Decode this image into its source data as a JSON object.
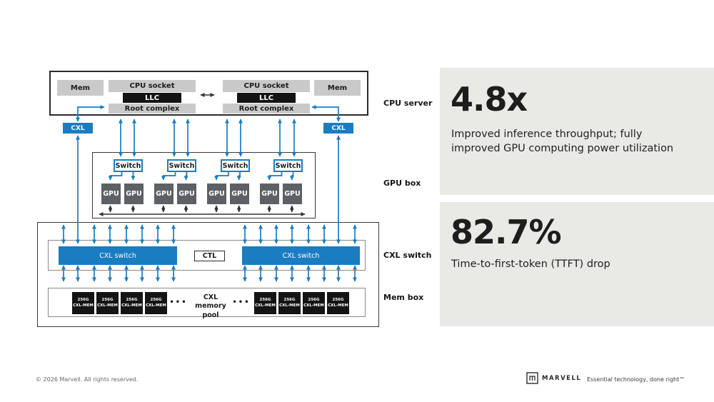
{
  "diagram": {
    "cpu_server": {
      "section_label": "CPU server",
      "mem": "Mem",
      "cpu_socket": "CPU socket",
      "llc": "LLC",
      "root_complex": "Root complex"
    },
    "cxl_label": "CXL",
    "gpu_box": {
      "section_label": "GPU box",
      "switch_label": "Switch",
      "gpu_label": "GPU"
    },
    "cxl_switch": {
      "section_label": "CXL switch",
      "switch_label": "CXL switch",
      "ctl_label": "CTL"
    },
    "mem_box": {
      "section_label": "Mem box",
      "chip_line1": "256G",
      "chip_line2": "CXL-MEM",
      "dots": "•••",
      "pool_line1": "CXL",
      "pool_line2": "memory pool"
    }
  },
  "stats": [
    {
      "value": "4.8x",
      "desc_line1": "Improved inference throughput; fully",
      "desc_line2": "improved GPU computing power utilization"
    },
    {
      "value": "82.7%",
      "desc_line1": "Time-to-first-token (TTFT) drop",
      "desc_line2": ""
    }
  ],
  "footer": {
    "copyright": "© 2026 Marvell. All rights reserved.",
    "brand": "MARVELL",
    "tagline": "Essential technology, done right™"
  },
  "colors": {
    "blue": "#1a7cc1",
    "panel_gray": "#e9e9e6",
    "gpu_dark": "#5d6165",
    "block_gray": "#c9c9c9",
    "chip_black": "#141414"
  }
}
